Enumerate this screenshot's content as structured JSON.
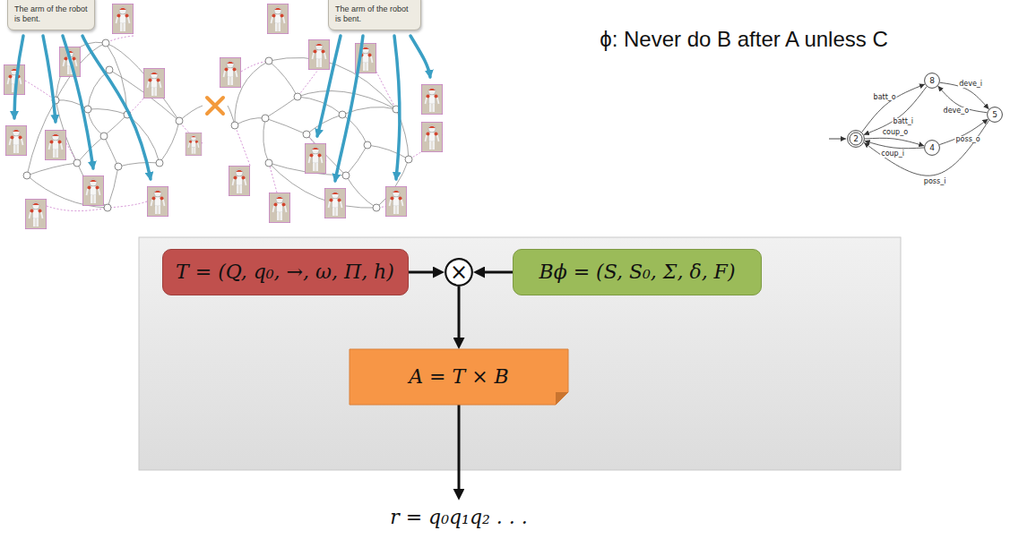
{
  "diagram": {
    "nodes": [
      {
        "text": [
          "The arm of the robot is bent."
        ]
      },
      {
        "text": [
          "The arm of the robot is bent."
        ]
      },
      {
        "text": [
          "2"
        ]
      },
      {
        "text": [
          "8"
        ]
      },
      {
        "text": [
          "4"
        ]
      },
      {
        "text": [
          "5"
        ]
      },
      {
        "text": [
          "T = (Q, q₀, →, ω, Π, h)"
        ]
      },
      {
        "text": [
          "×"
        ]
      },
      {
        "text": [
          "Bϕ = (S, S₀, Σ, δ, F)"
        ]
      },
      {
        "text": [
          "A = T × B"
        ]
      },
      {
        "text": [
          "r = q₀q₁q₂ . . ."
        ]
      }
    ],
    "edges": [
      {
        "from": 2,
        "to": 3,
        "arrow": "to",
        "label": "batt_o"
      },
      {
        "from": 3,
        "to": 2,
        "arrow": "to",
        "label": "batt_i"
      },
      {
        "from": 3,
        "to": 5,
        "arrow": "to",
        "label": "deve_i"
      },
      {
        "from": 5,
        "to": 3,
        "arrow": "to",
        "label": "deve_o"
      },
      {
        "from": 2,
        "to": 4,
        "arrow": "to",
        "label": "coup_o"
      },
      {
        "from": 4,
        "to": 2,
        "arrow": "to",
        "label": "coup_i"
      },
      {
        "from": 4,
        "to": 5,
        "arrow": "to",
        "label": "poss_o"
      },
      {
        "from": 5,
        "to": 2,
        "arrow": "to",
        "label": "poss_i"
      },
      {
        "from": 6,
        "to": 7,
        "arrow": "to"
      },
      {
        "from": 8,
        "to": 7,
        "arrow": "to"
      },
      {
        "from": 7,
        "to": 9,
        "arrow": "to"
      },
      {
        "from": 9,
        "to": 10,
        "arrow": "to"
      }
    ],
    "labels": [
      "ϕ: Never do B after A unless C"
    ]
  }
}
